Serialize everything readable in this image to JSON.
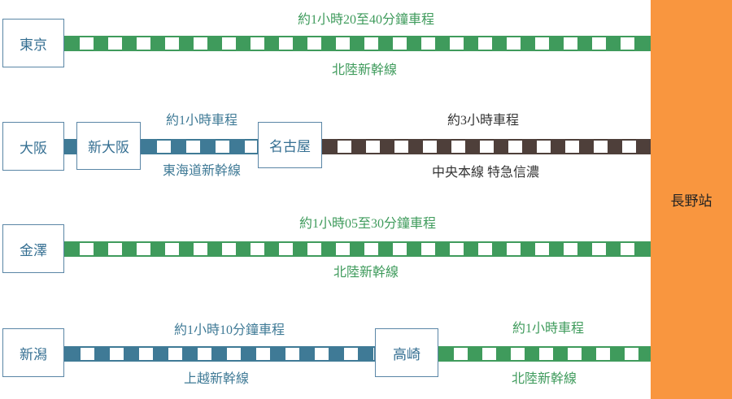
{
  "destination": "長野站",
  "stations": {
    "tokyo": "東京",
    "osaka": "大阪",
    "shin_osaka": "新大阪",
    "nagoya": "名古屋",
    "kanazawa": "金澤",
    "niigata": "新潟",
    "takasaki": "高崎"
  },
  "routes": {
    "tokyo": {
      "time": "約1小時20至40分鐘車程",
      "line": "北陸新幹線"
    },
    "osaka": {
      "seg1_time": "約1小時車程",
      "seg1_line": "東海道新幹線",
      "seg2_time": "約3小時車程",
      "seg2_line": "中央本線 特急信濃"
    },
    "kanazawa": {
      "time": "約1小時05至30分鐘車程",
      "line": "北陸新幹線"
    },
    "niigata": {
      "seg1_time": "約1小時10分鐘車程",
      "seg1_line": "上越新幹線",
      "seg2_time": "約1小時車程",
      "seg2_line": "北陸新幹線"
    }
  },
  "colors": {
    "hokuriku_green": "#3f9b5c",
    "joetsu_tokaido_blue": "#3f7a96",
    "chuo_brown": "#4e3f3a",
    "destination_orange": "#f9963f"
  }
}
